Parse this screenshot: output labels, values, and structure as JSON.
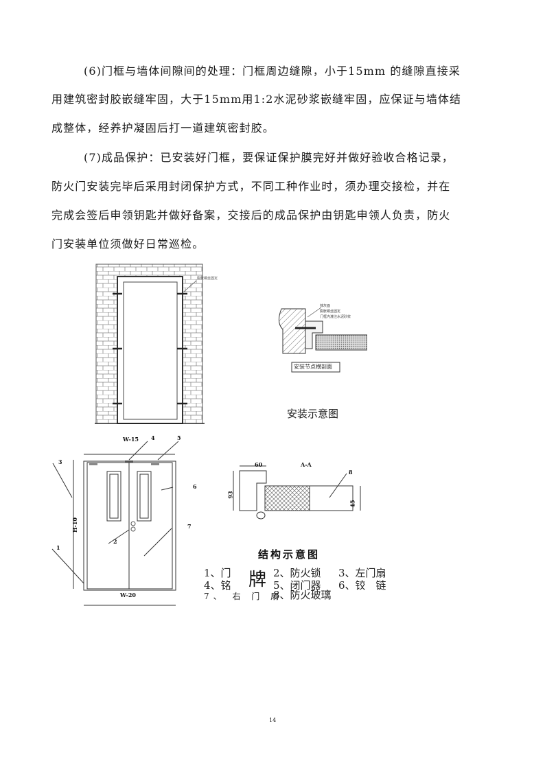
{
  "paragraphs": {
    "p6": [
      "(6)门框与墙体间隙间的处理：门框周边缝隙，小于15mm 的缝隙直接采",
      "用建筑密封胶嵌缝牢固，大于15mm用1:2水泥砂浆嵌缝牢固，应保证与墙体结",
      "成整体，经养护凝固后打一道建筑密封胶。"
    ],
    "p7": [
      "(7)成品保护：已安装好门框，要保证保护膜完好并做好验收合格记录，",
      "防火门安装完毕后采用封闭保护方式，不同工种作业时，须办理交接检，并在",
      "完成会签后申领钥匙并做好备案，交接后的成品保护由钥匙申领人负责，防火",
      "门安装单位须做好日常巡检。"
    ]
  },
  "install_figure": {
    "door_label": "膨胀螺丝固定",
    "section_labels": [
      "抹灰面",
      "膨胀螺丝固定",
      "门框内灌注水泥砂浆"
    ],
    "section_caption": "安装节点横剖面",
    "caption": "安装示意图"
  },
  "structure_figure": {
    "dims": {
      "top": "W-15",
      "bottom": "W-20",
      "height": "H-10",
      "frame_width": "60",
      "frame_depth": "93",
      "leaf": "45",
      "section": "A-A"
    },
    "callouts": [
      "1",
      "2",
      "3",
      "4",
      "5",
      "6",
      "7",
      "8"
    ],
    "title": "结构示意图",
    "legend": {
      "l1a": "1、门",
      "pai": "牌",
      "l1b": "2、防火锁",
      "l1c": "3、左门扇",
      "l2a": "4、铭",
      "l2b": "5、闭门器",
      "l2c": "6、铰　链",
      "l3a": "7、 右 门 扇",
      "l3b": "8、防火玻璃"
    }
  },
  "page_number": "14"
}
